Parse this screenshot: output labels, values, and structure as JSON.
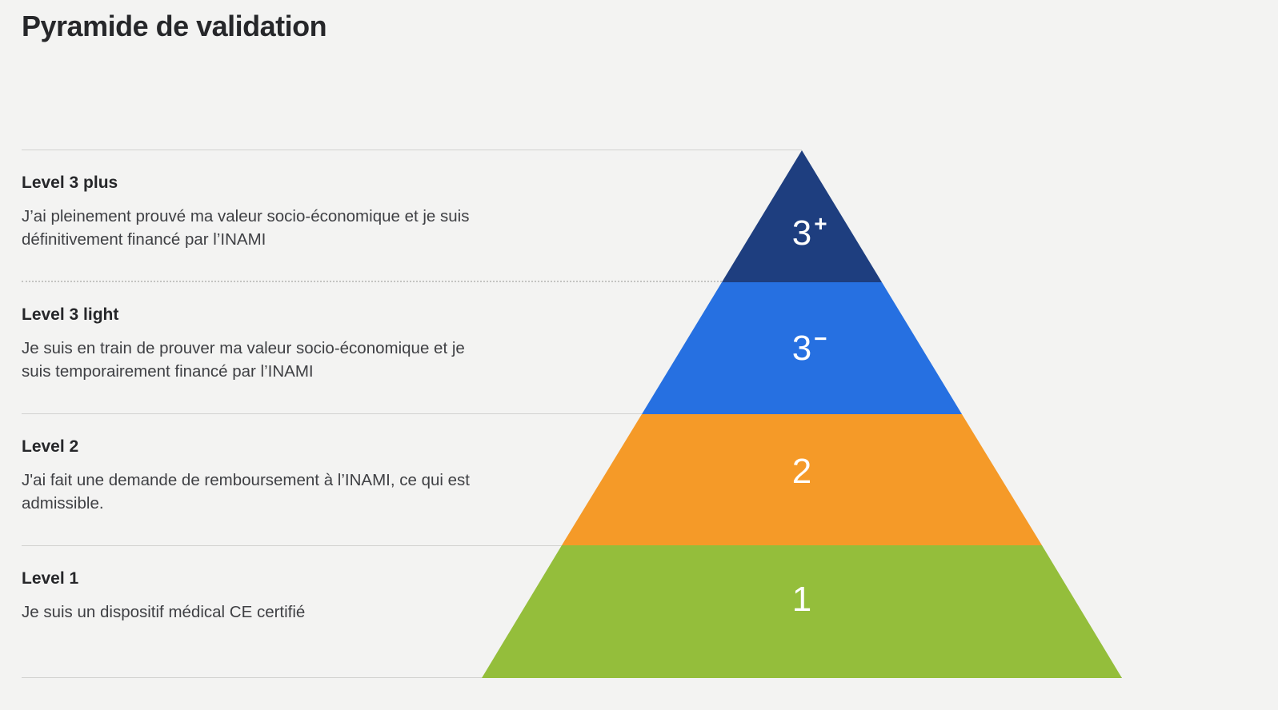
{
  "page": {
    "title": "Pyramide de validation",
    "background_color": "#f3f3f2",
    "divider_color": "#d2d2d0"
  },
  "pyramid": {
    "levels": [
      {
        "name": "Level 3 plus",
        "description_lines": [
          "J’ai pleinement prouvé ma valeur socio-économique et je suis",
          "définitivement financé par l’INAMI"
        ],
        "pyramid_label": "3",
        "pyramid_label_sup": "+",
        "color": "#1e3e7f"
      },
      {
        "name": "Level 3 light",
        "description_lines": [
          "Je suis en train de prouver ma valeur socio-économique et je",
          "suis temporairement financé par l’INAMI"
        ],
        "pyramid_label": "3",
        "pyramid_label_sup": "−",
        "color": "#2670e1"
      },
      {
        "name": "Level 2",
        "description_lines": [
          "J'ai fait une demande de remboursement à l’INAMI, ce qui est",
          "admissible."
        ],
        "pyramid_label": "2",
        "pyramid_label_sup": "",
        "color": "#f59a28"
      },
      {
        "name": "Level 1",
        "description_lines": [
          "Je suis un dispositif médical CE certifié"
        ],
        "pyramid_label": "1",
        "pyramid_label_sup": "",
        "color": "#94be3b"
      }
    ],
    "label_text_color": "#ffffff"
  }
}
